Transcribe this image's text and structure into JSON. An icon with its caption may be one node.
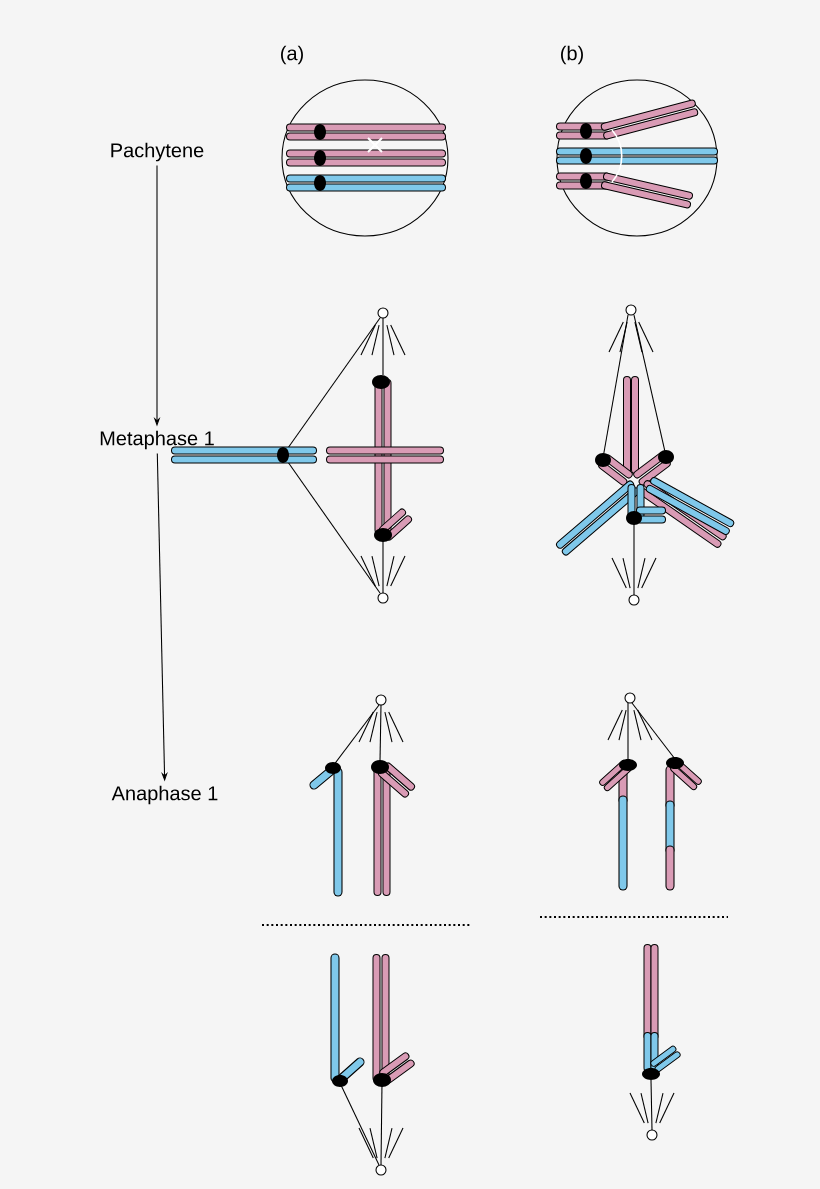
{
  "diagram": {
    "nodes": [
      {
        "text": [
          "Pachytene"
        ]
      },
      {
        "text": [
          "Metaphase 1"
        ]
      },
      {
        "text": [
          "Anaphase 1"
        ]
      }
    ],
    "edges": [
      {
        "from": 0,
        "to": 1,
        "arrow": "to"
      },
      {
        "from": 1,
        "to": 2,
        "arrow": "to"
      }
    ],
    "labels": [
      "(a)",
      "(b)"
    ]
  }
}
